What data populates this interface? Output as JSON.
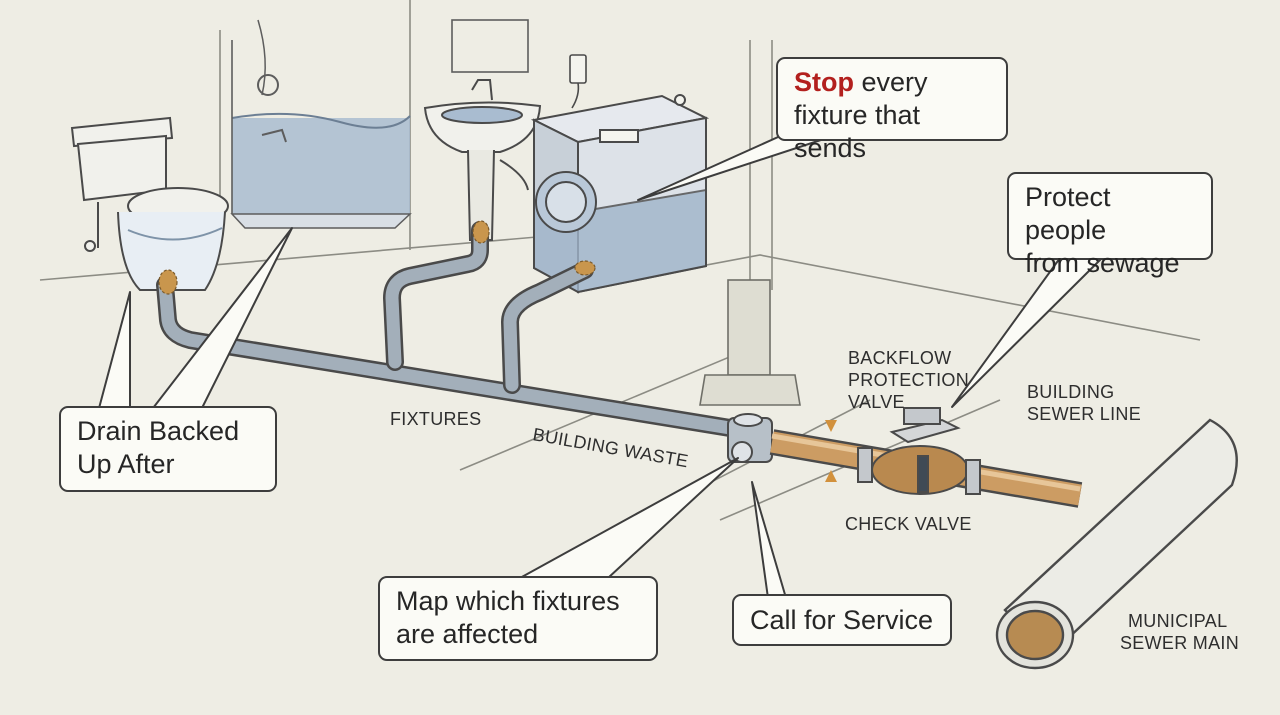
{
  "callouts": {
    "stop_accent": "Stop",
    "stop_line1_rest": " every",
    "stop_line2": "fixture that sends",
    "protect_line1": "Protect people",
    "protect_line2": "from sewage",
    "drain_line1": "Drain Backed",
    "drain_line2": "Up After",
    "map_line1": "Map which fixtures",
    "map_line2": "are affected",
    "call": "Call for Service"
  },
  "labels": {
    "fixtures": "FIXTURES",
    "building_waste": "BUILDING WASTE",
    "backflow": [
      "BACKFLOW",
      "PROTECTION",
      "VALVE"
    ],
    "building_sewer": [
      "BUILDING",
      "SEWER LINE"
    ],
    "check_valve": "CHECK VALVE",
    "municipal": [
      "MUNICIPAL",
      "SEWER MAIN"
    ]
  },
  "colors": {
    "accent": "#b3201e",
    "water": "#a9bcd0",
    "pipe_gray": "#9aa7b3",
    "pipe_copper": "#c99a62",
    "ink": "#3d3d3d",
    "background": "#eeede4"
  }
}
